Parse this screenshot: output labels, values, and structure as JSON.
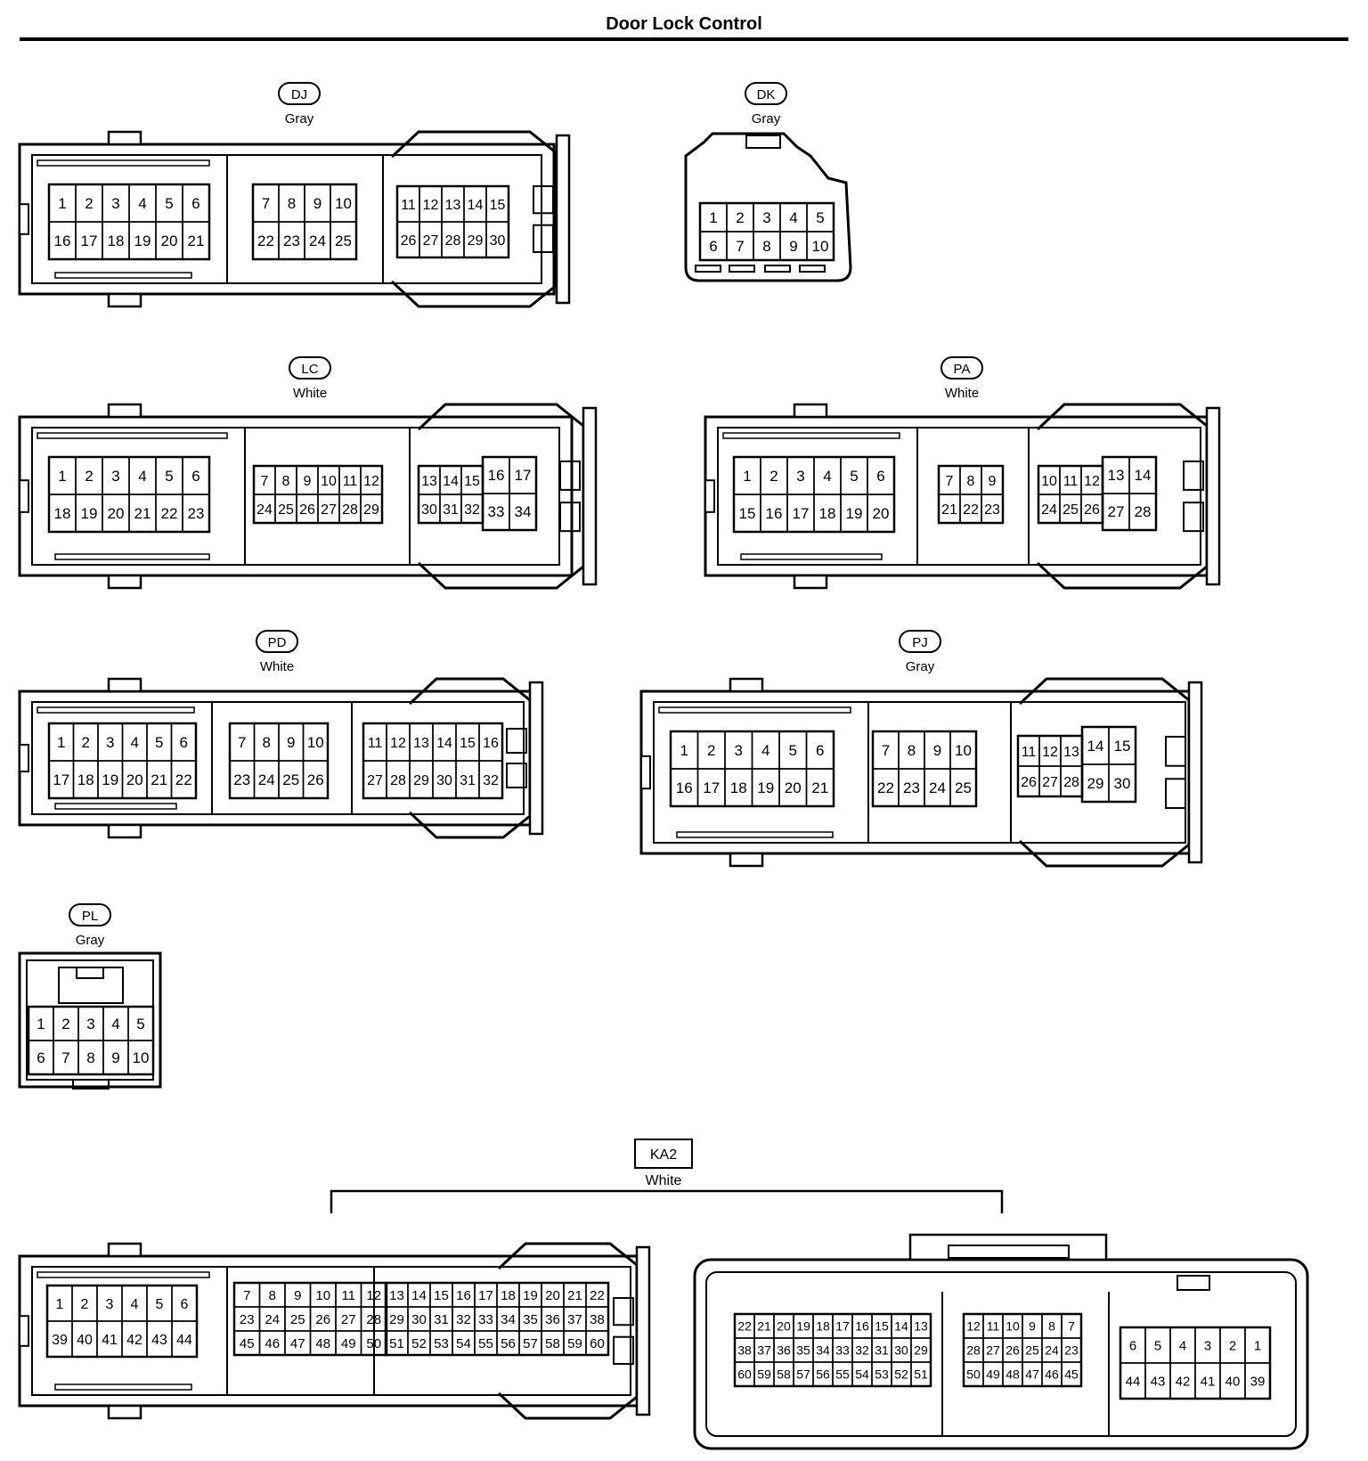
{
  "page": {
    "title": "Door Lock Control"
  },
  "connectors": [
    {
      "id": "DJ",
      "color": "Gray",
      "pins": 30,
      "groups": [
        [
          [
            "1",
            "2",
            "3",
            "4",
            "5",
            "6"
          ],
          [
            "16",
            "17",
            "18",
            "19",
            "20",
            "21"
          ]
        ],
        [
          [
            "7",
            "8",
            "9",
            "10"
          ],
          [
            "22",
            "23",
            "24",
            "25"
          ]
        ],
        [
          [
            "11",
            "12",
            "13",
            "14",
            "15"
          ],
          [
            "26",
            "27",
            "28",
            "29",
            "30"
          ]
        ]
      ]
    },
    {
      "id": "DK",
      "color": "Gray",
      "pins": 10,
      "groups": [
        [
          [
            "1",
            "2",
            "3",
            "4",
            "5"
          ],
          [
            "6",
            "7",
            "8",
            "9",
            "10"
          ]
        ]
      ]
    },
    {
      "id": "LC",
      "color": "White",
      "pins": 34,
      "groups": [
        [
          [
            "1",
            "2",
            "3",
            "4",
            "5",
            "6"
          ],
          [
            "18",
            "19",
            "20",
            "21",
            "22",
            "23"
          ]
        ],
        [
          [
            "7",
            "8",
            "9",
            "10",
            "11",
            "12"
          ],
          [
            "24",
            "25",
            "26",
            "27",
            "28",
            "29"
          ]
        ],
        [
          [
            "13",
            "14",
            "15",
            "16",
            "17"
          ],
          [
            "30",
            "31",
            "32",
            "33",
            "34"
          ]
        ]
      ]
    },
    {
      "id": "PA",
      "color": "White",
      "pins": 28,
      "groups": [
        [
          [
            "1",
            "2",
            "3",
            "4",
            "5",
            "6"
          ],
          [
            "15",
            "16",
            "17",
            "18",
            "19",
            "20"
          ]
        ],
        [
          [
            "7",
            "8",
            "9"
          ],
          [
            "21",
            "22",
            "23"
          ]
        ],
        [
          [
            "10",
            "11",
            "12",
            "13",
            "14"
          ],
          [
            "24",
            "25",
            "26",
            "27",
            "28"
          ]
        ]
      ]
    },
    {
      "id": "PD",
      "color": "White",
      "pins": 32,
      "groups": [
        [
          [
            "1",
            "2",
            "3",
            "4",
            "5",
            "6"
          ],
          [
            "17",
            "18",
            "19",
            "20",
            "21",
            "22"
          ]
        ],
        [
          [
            "7",
            "8",
            "9",
            "10"
          ],
          [
            "23",
            "24",
            "25",
            "26"
          ]
        ],
        [
          [
            "11",
            "12",
            "13",
            "14",
            "15",
            "16"
          ],
          [
            "27",
            "28",
            "29",
            "30",
            "31",
            "32"
          ]
        ]
      ]
    },
    {
      "id": "PJ",
      "color": "Gray",
      "pins": 30,
      "groups": [
        [
          [
            "1",
            "2",
            "3",
            "4",
            "5",
            "6"
          ],
          [
            "16",
            "17",
            "18",
            "19",
            "20",
            "21"
          ]
        ],
        [
          [
            "7",
            "8",
            "9",
            "10"
          ],
          [
            "22",
            "23",
            "24",
            "25"
          ]
        ],
        [
          [
            "11",
            "12",
            "13",
            "14",
            "15"
          ],
          [
            "26",
            "27",
            "28",
            "29",
            "30"
          ]
        ]
      ]
    },
    {
      "id": "PL",
      "color": "Gray",
      "pins": 10,
      "groups": [
        [
          [
            "1",
            "2",
            "3",
            "4",
            "5"
          ],
          [
            "6",
            "7",
            "8",
            "9",
            "10"
          ]
        ]
      ]
    },
    {
      "id": "KA2",
      "color": "White",
      "pins": 60,
      "views": [
        {
          "side": "left",
          "groups": [
            [
              [
                "1",
                "2",
                "3",
                "4",
                "5",
                "6"
              ],
              [
                "39",
                "40",
                "41",
                "42",
                "43",
                "44"
              ]
            ],
            [
              [
                "7",
                "8",
                "9",
                "10",
                "11",
                "12"
              ],
              [
                "23",
                "24",
                "25",
                "26",
                "27",
                "28"
              ],
              [
                "45",
                "46",
                "47",
                "48",
                "49",
                "50"
              ]
            ],
            [
              [
                "13",
                "14",
                "15",
                "16",
                "17",
                "18",
                "19",
                "20",
                "21",
                "22"
              ],
              [
                "29",
                "30",
                "31",
                "32",
                "33",
                "34",
                "35",
                "36",
                "37",
                "38"
              ],
              [
                "51",
                "52",
                "53",
                "54",
                "55",
                "56",
                "57",
                "58",
                "59",
                "60"
              ]
            ]
          ]
        },
        {
          "side": "right",
          "groups": [
            [
              [
                "22",
                "21",
                "20",
                "19",
                "18",
                "17",
                "16",
                "15",
                "14",
                "13"
              ],
              [
                "38",
                "37",
                "36",
                "35",
                "34",
                "33",
                "32",
                "31",
                "30",
                "29"
              ],
              [
                "60",
                "59",
                "58",
                "57",
                "56",
                "55",
                "54",
                "53",
                "52",
                "51"
              ]
            ],
            [
              [
                "12",
                "11",
                "10",
                "9",
                "8",
                "7"
              ],
              [
                "28",
                "27",
                "26",
                "25",
                "24",
                "23"
              ],
              [
                "50",
                "49",
                "48",
                "47",
                "46",
                "45"
              ]
            ],
            [
              [
                "6",
                "5",
                "4",
                "3",
                "2",
                "1"
              ],
              [
                "44",
                "43",
                "42",
                "41",
                "40",
                "39"
              ]
            ]
          ]
        }
      ]
    }
  ]
}
